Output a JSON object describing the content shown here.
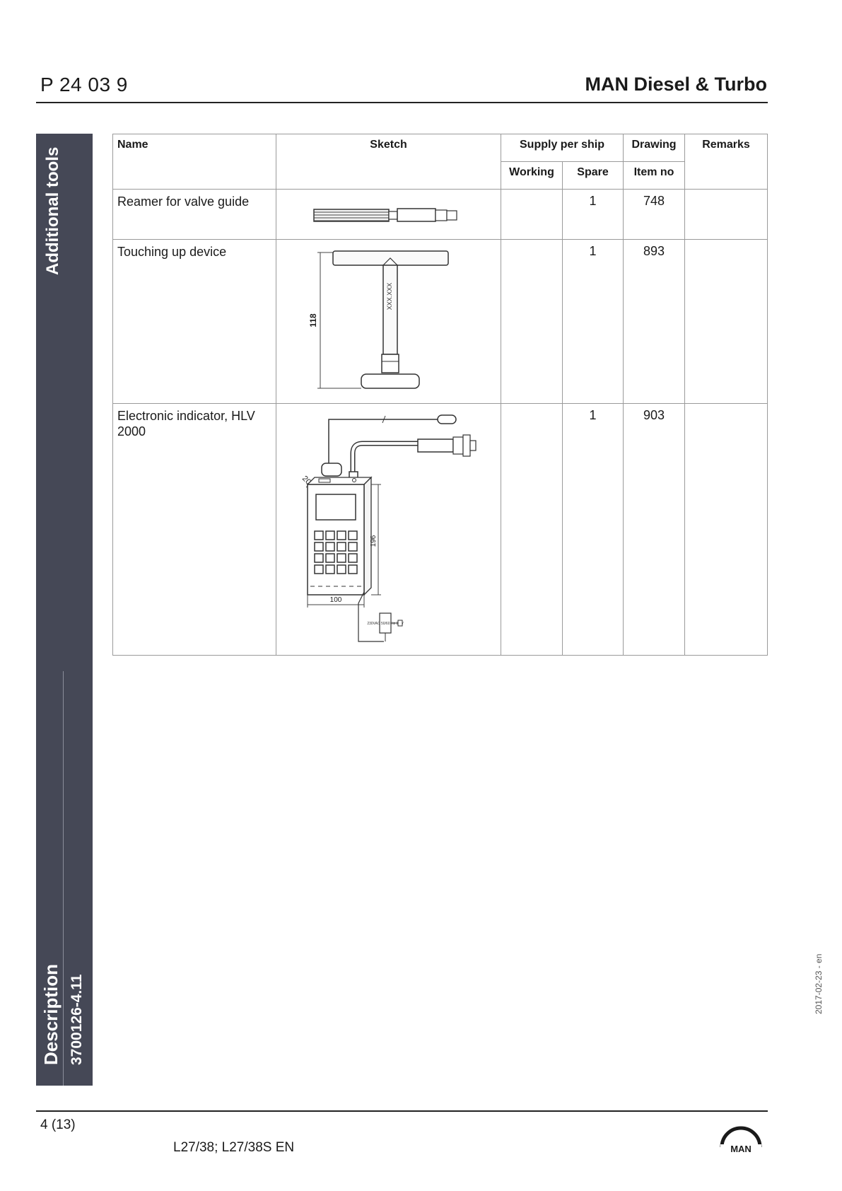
{
  "header": {
    "doc_id": "P 24 03 9",
    "brand": "MAN Diesel & Turbo"
  },
  "sidebar": {
    "category": "Additional tools",
    "section": "Description",
    "doc_code": "3700126-4.11"
  },
  "table": {
    "headers": {
      "name": "Name",
      "sketch": "Sketch",
      "supply": "Supply per ship",
      "working": "Working",
      "spare": "Spare",
      "drawing": "Drawing",
      "item_no": "Item no",
      "remarks": "Remarks"
    },
    "rows": [
      {
        "name": "Reamer for valve guide",
        "working": "",
        "spare": "1",
        "item_no": "748",
        "remarks": ""
      },
      {
        "name": "Touching up device",
        "working": "",
        "spare": "1",
        "item_no": "893",
        "remarks": ""
      },
      {
        "name": "Electronic indicator, HLV 2000",
        "working": "",
        "spare": "1",
        "item_no": "903",
        "remarks": ""
      }
    ]
  },
  "sketch_labels": {
    "touching_height": "118",
    "touching_mark": "XXX.XXX",
    "indicator_angle": "20",
    "indicator_height": "196",
    "indicator_width": "100",
    "indicator_plug": "230VAC 50/60 Hz 13W"
  },
  "footer": {
    "page": "4 (13)",
    "engine": "L27/38; L27/38S EN",
    "date": "2017-02-23 - en",
    "logo_text": "MAN"
  }
}
